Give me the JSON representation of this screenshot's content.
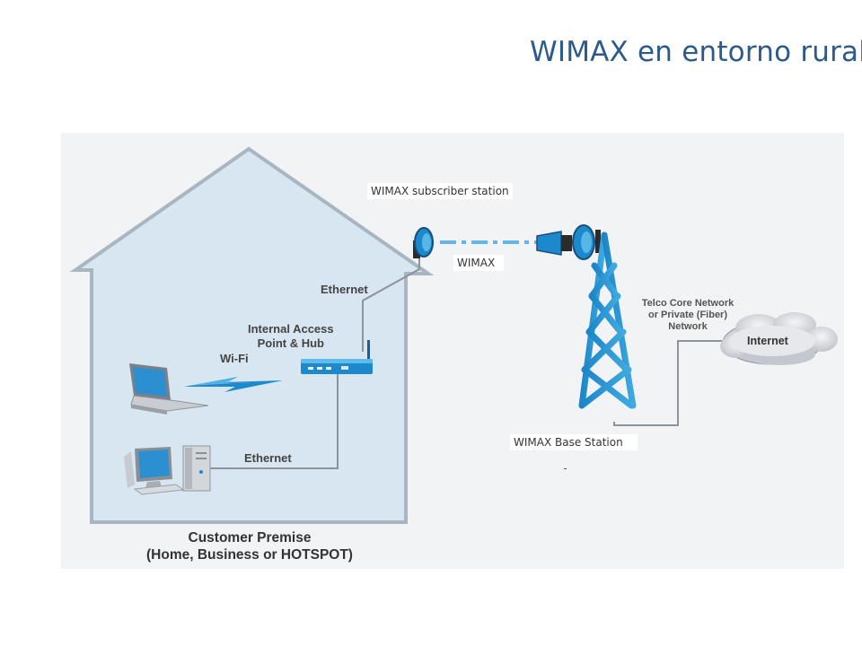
{
  "slide": {
    "title": "WIMAX en entorno rural"
  },
  "callouts": {
    "subscriber": "WIMAX subscriber station",
    "wimax_link": "WIMAX",
    "base_station": "WIMAX Base Station"
  },
  "labels": {
    "ethernet_top": "Ethernet",
    "access_point_line1": "Internal Access",
    "access_point_line2": "Point & Hub",
    "wifi": "Wi-Fi",
    "ethernet_bottom": "Ethernet",
    "premise_line1": "Customer Premise",
    "premise_line2": "(Home, Business or HOTSPOT)",
    "core_line1": "Telco Core Network",
    "core_line2": "or Private (Fiber)",
    "core_line3": "Network",
    "internet": "Internet"
  },
  "colors": {
    "title": "#2c5a8c",
    "house_fill": "#d7e6f0",
    "device_blue": "#1c89cc",
    "line": "#8a8f96"
  }
}
